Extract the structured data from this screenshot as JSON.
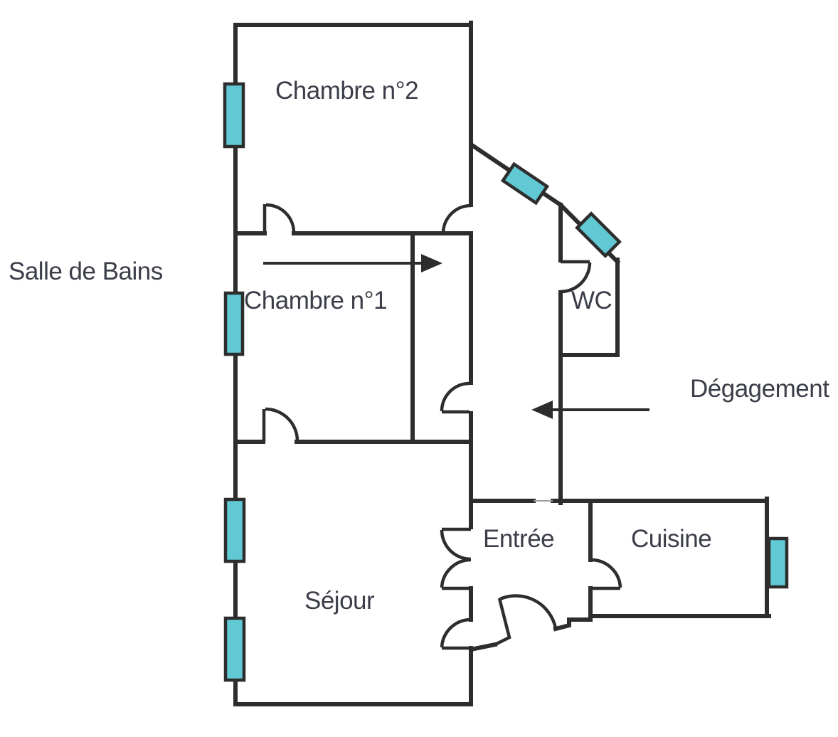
{
  "plan": {
    "type": "apartment-floor-plan",
    "rooms": [
      {
        "id": "chambre-2",
        "label": "Chambre n°2"
      },
      {
        "id": "salle-de-bains",
        "label": "Salle de Bains"
      },
      {
        "id": "chambre-1",
        "label": "Chambre n°1"
      },
      {
        "id": "wc",
        "label": "WC"
      },
      {
        "id": "degagement",
        "label": "Dégagement"
      },
      {
        "id": "entree",
        "label": "Entrée"
      },
      {
        "id": "cuisine",
        "label": "Cuisine"
      },
      {
        "id": "sejour",
        "label": "Séjour"
      }
    ],
    "annotations": [
      {
        "id": "salle-de-bains-arrow",
        "direction": "right",
        "meaning": "points from Salle de Bains label to bathroom strip"
      },
      {
        "id": "degagement-arrow",
        "direction": "left",
        "meaning": "points from Dégagement label to hallway"
      }
    ],
    "colors": {
      "wall": "#2d2d2d",
      "window_fill": "#60c9d3",
      "label_text": "#3b3e49",
      "passage_line": "#9d9d9d",
      "background": "#ffffff"
    }
  }
}
